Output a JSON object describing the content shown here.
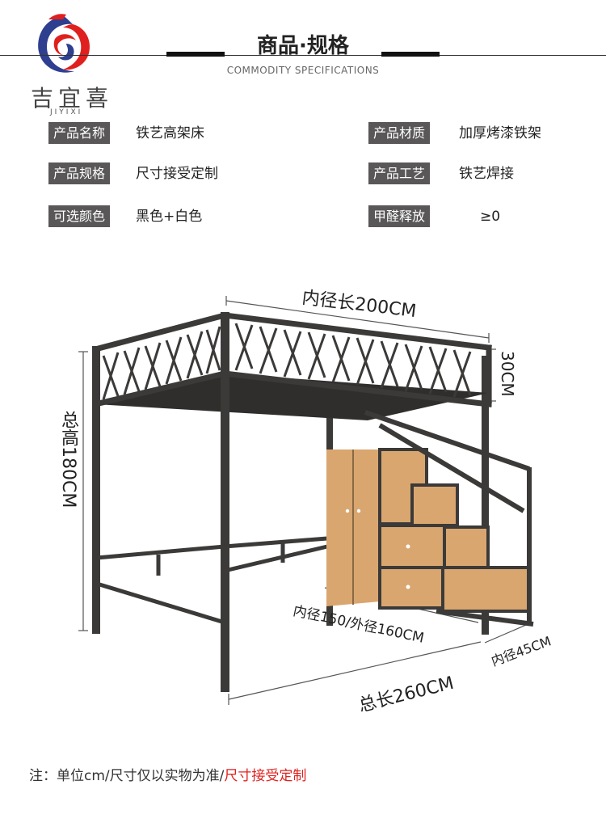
{
  "brand": {
    "name": "吉宜喜",
    "pinyin": "JIYIXI",
    "logo_icon": "dragon-logo-icon"
  },
  "header": {
    "title": "商品·规格",
    "subtitle": "COMMODITY SPECIFICATIONS"
  },
  "specs": [
    {
      "label": "产品名称",
      "value": "铁艺高架床"
    },
    {
      "label": "产品材质",
      "value": "加厚烤漆铁架"
    },
    {
      "label": "产品规格",
      "value": "尺寸接受定制"
    },
    {
      "label": "产品工艺",
      "value": "铁艺焊接"
    },
    {
      "label": "可选颜色",
      "value": "黑色+白色"
    },
    {
      "label": "甲醛释放",
      "value": "≥0"
    }
  ],
  "dimensions": {
    "inner_length": "内径长200CM",
    "rail_height": "30CM",
    "total_height": "总高180CM",
    "cabinet_width": "内径150/外径160CM",
    "stair_depth": "内径45CM",
    "total_length": "总长260CM"
  },
  "note": {
    "prefix": "注：单位cm/尺寸仅以实物为准/",
    "highlight": "尺寸接受定制"
  },
  "colors": {
    "label_bg": "#595757",
    "frame": "#3b3a38",
    "wood": "#d9a670",
    "highlight": "#e0201e"
  }
}
